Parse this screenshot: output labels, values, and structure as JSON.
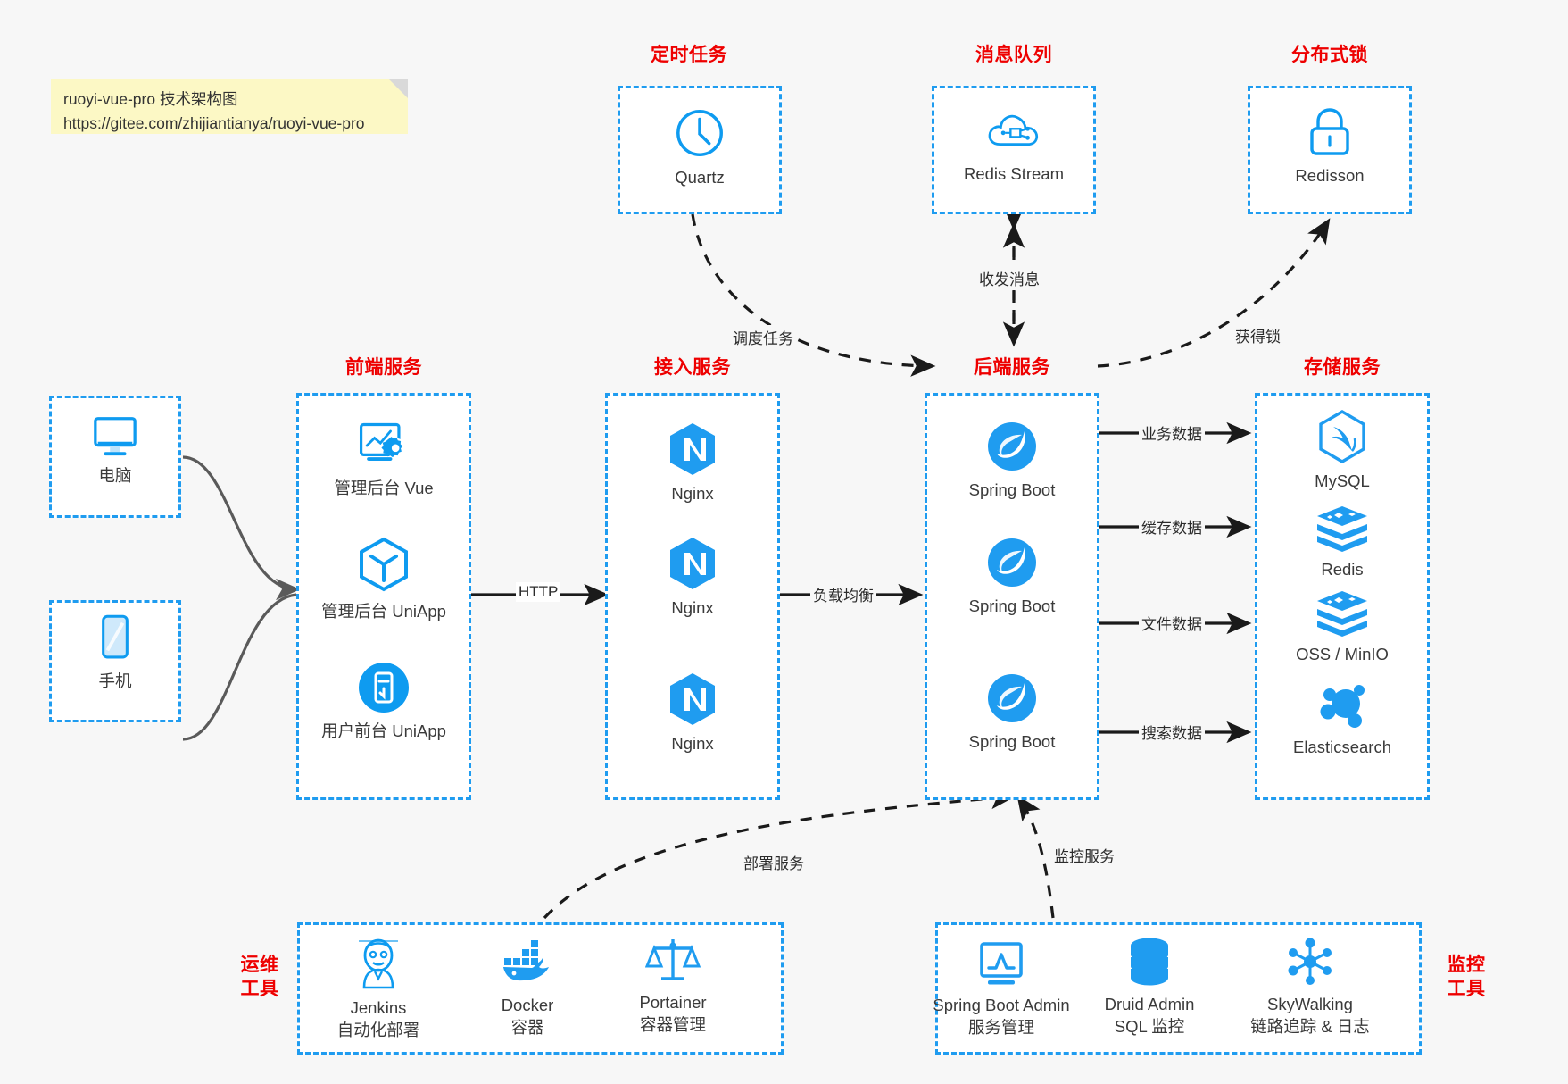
{
  "note": {
    "line1": "ruoyi-vue-pro 技术架构图",
    "line2": "https://gitee.com/zhijiantianya/ruoyi-vue-pro"
  },
  "colors": {
    "accent_blue": "#1f9cf0",
    "icon_blue": "#0e9bf0",
    "title_red": "#ee0000",
    "background": "#f7f7f7",
    "note_yellow": "#fcf8c5",
    "edge_gray": "#5a5a5a",
    "edge_black": "#1a1a1a"
  },
  "groups": {
    "scheduled_task": {
      "title": "定时任务"
    },
    "message_queue": {
      "title": "消息队列"
    },
    "distributed_lock": {
      "title": "分布式锁"
    },
    "frontend": {
      "title": "前端服务"
    },
    "gateway": {
      "title": "接入服务"
    },
    "backend": {
      "title": "后端服务"
    },
    "storage": {
      "title": "存储服务"
    },
    "devops": {
      "title_l1": "运维",
      "title_l2": "工具"
    },
    "monitor": {
      "title_l1": "监控",
      "title_l2": "工具"
    }
  },
  "nodes": {
    "quartz": {
      "label": "Quartz",
      "icon": "clock-icon"
    },
    "redis_stream": {
      "label": "Redis Stream",
      "icon": "cloud-network-icon"
    },
    "redisson": {
      "label": "Redisson",
      "icon": "lock-icon"
    },
    "computer": {
      "label": "电脑",
      "icon": "desktop-monitor-icon"
    },
    "phone": {
      "label": "手机",
      "icon": "mobile-phone-icon"
    },
    "admin_vue": {
      "label": "管理后台 Vue",
      "icon": "dashboard-gear-icon"
    },
    "admin_uniapp": {
      "label": "管理后台 UniApp",
      "icon": "cube-icon"
    },
    "user_uniapp": {
      "label": "用户前台 UniApp",
      "icon": "app-circle-icon"
    },
    "nginx1": {
      "label": "Nginx",
      "icon": "nginx-icon"
    },
    "nginx2": {
      "label": "Nginx",
      "icon": "nginx-icon"
    },
    "nginx3": {
      "label": "Nginx",
      "icon": "nginx-icon"
    },
    "springboot1": {
      "label": "Spring Boot",
      "icon": "spring-leaf-icon"
    },
    "springboot2": {
      "label": "Spring Boot",
      "icon": "spring-leaf-icon"
    },
    "springboot3": {
      "label": "Spring Boot",
      "icon": "spring-leaf-icon"
    },
    "mysql": {
      "label": "MySQL",
      "icon": "mysql-dolphin-icon"
    },
    "redis": {
      "label": "Redis",
      "icon": "redis-stack-icon"
    },
    "oss_minio": {
      "label": "OSS / MinIO",
      "icon": "object-storage-icon"
    },
    "elasticsearch": {
      "label": "Elasticsearch",
      "icon": "elasticsearch-icon"
    },
    "jenkins": {
      "label": "Jenkins",
      "sub": "自动化部署",
      "icon": "jenkins-butler-icon"
    },
    "docker": {
      "label": "Docker",
      "sub": "容器",
      "icon": "docker-whale-icon"
    },
    "portainer": {
      "label": "Portainer",
      "sub": "容器管理",
      "icon": "portainer-scale-icon"
    },
    "sba": {
      "label": "Spring Boot Admin",
      "sub": "服务管理",
      "icon": "monitor-chart-icon"
    },
    "druid": {
      "label": "Druid Admin",
      "sub": "SQL 监控",
      "icon": "database-stack-icon"
    },
    "skywalking": {
      "label": "SkyWalking",
      "sub": "链路追踪 & 日志",
      "icon": "skywalking-node-icon"
    }
  },
  "edges": {
    "schedule_task": "调度任务",
    "send_receive_message": "收发消息",
    "acquire_lock": "获得锁",
    "http": "HTTP",
    "load_balance": "负载均衡",
    "business_data": "业务数据",
    "cache_data": "缓存数据",
    "file_data": "文件数据",
    "search_data": "搜索数据",
    "deploy_service": "部署服务",
    "monitor_service": "监控服务"
  }
}
